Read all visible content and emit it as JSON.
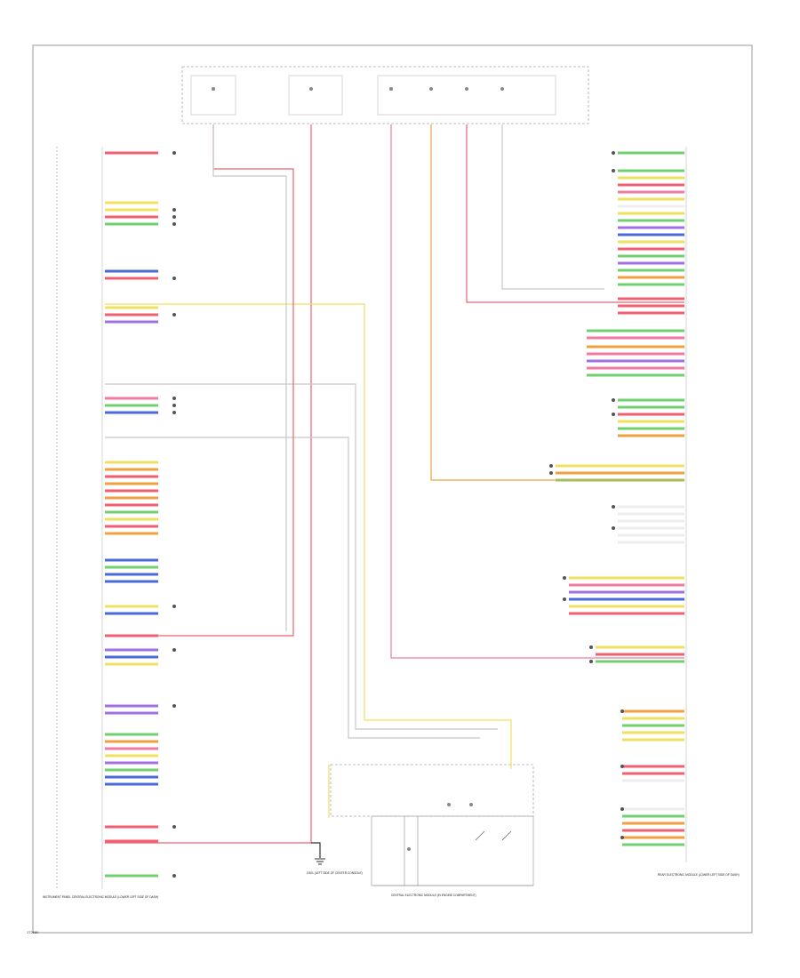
{
  "figure_id": "172680",
  "colors": {
    "red": "#f06070",
    "pink": "#f07aa0",
    "orange": "#f0a040",
    "yellow": "#f0e060",
    "green": "#70d070",
    "blue": "#4a6ad8",
    "violet": "#a070e0",
    "grey": "#b8b8b8",
    "black": "#333333",
    "white": "#eeeeee",
    "frame": "#999999"
  },
  "modules": {
    "left_module": "INSTRUMENT PANEL CENTRAL ELECTRONIC MODULE (LOWER LEFT SIDE OF DASH)",
    "right_module": "REAR ELECTRONIC MODULE (LOWER LEFT SIDE OF DASH)",
    "bottom_module": "CENTRAL ELECTRONIC MODULE (IN ENGINE COMPARTMENT)",
    "ground": "G301 (LEFT SIDE OF CENTER CONSOLE)"
  }
}
